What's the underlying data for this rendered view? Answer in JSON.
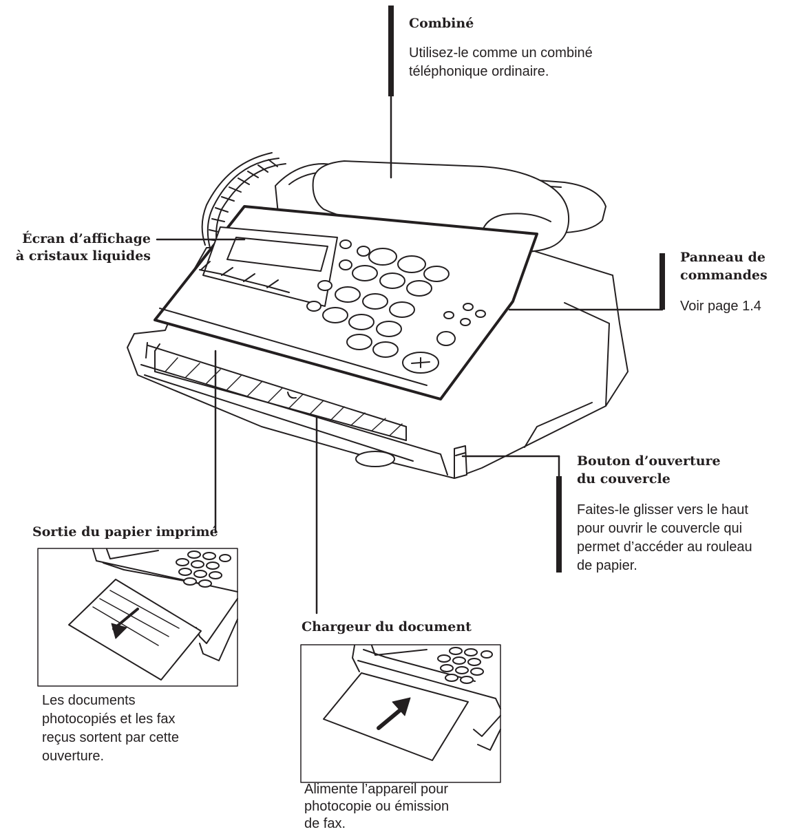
{
  "colors": {
    "ink": "#231f20",
    "paper": "#ffffff"
  },
  "callouts": {
    "handset": {
      "title": "Combiné",
      "description": [
        "Utilisez-le comme un combiné",
        "téléphonique ordinaire."
      ]
    },
    "lcd": {
      "title": [
        "Écran d’affichage",
        "à cristaux liquides"
      ]
    },
    "control_panel": {
      "title": [
        "Panneau de",
        "commandes"
      ],
      "description": "Voir page 1.4"
    },
    "cover_button": {
      "title": [
        "Bouton d’ouverture",
        "du couvercle"
      ],
      "description": [
        "Faites-le glisser vers le haut",
        "pour ouvrir le couvercle qui",
        "permet d’accéder au rouleau",
        "de papier."
      ]
    },
    "paper_exit": {
      "title": "Sortie du papier imprimé",
      "description": [
        "Les documents",
        "photocopiés et les fax",
        "reçus sortent par cette",
        "ouverture."
      ]
    },
    "document_feeder": {
      "title": "Chargeur du document",
      "description": [
        "Alimente l’appareil pour",
        "photocopie ou émission",
        "de fax."
      ]
    }
  }
}
